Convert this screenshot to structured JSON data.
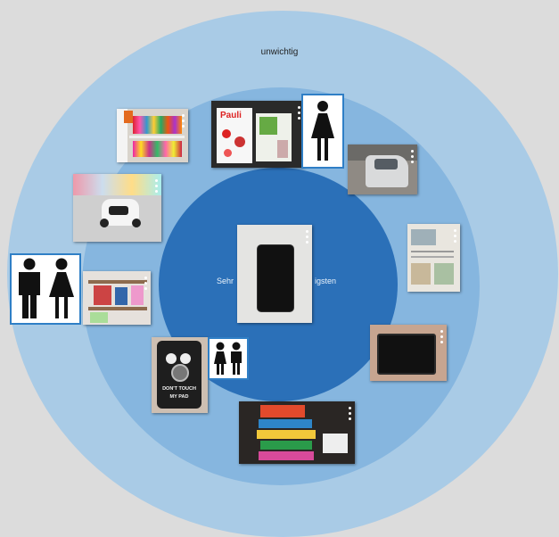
{
  "diagram": {
    "outer_label": "unwichtig",
    "inner_label_left": "Sehr",
    "inner_label_right": "igsten"
  },
  "icons": [
    "woman-icon",
    "man-icon",
    "girl-icon",
    "boy-icon",
    "more-dots-icon"
  ],
  "colors": {
    "background": "#dcdcdc",
    "ring_outer": "#a9cbe6",
    "ring_middle": "#86b6df",
    "ring_inner": "#2b70b8",
    "icon_border": "#2f7fc6"
  },
  "photos": [
    {
      "id": "smartphone"
    },
    {
      "id": "shelf-books"
    },
    {
      "id": "books-pauli"
    },
    {
      "id": "car"
    },
    {
      "id": "newspaper"
    },
    {
      "id": "tablet"
    },
    {
      "id": "board-games"
    },
    {
      "id": "tablet-case"
    },
    {
      "id": "toy-shelf"
    },
    {
      "id": "toy-car"
    },
    {
      "id": "bookshelf-markers"
    }
  ],
  "photo_texts": {
    "book_title": "Pauli",
    "case_text_1": "DON'T TOUCH",
    "case_text_2": "MY PAD"
  }
}
